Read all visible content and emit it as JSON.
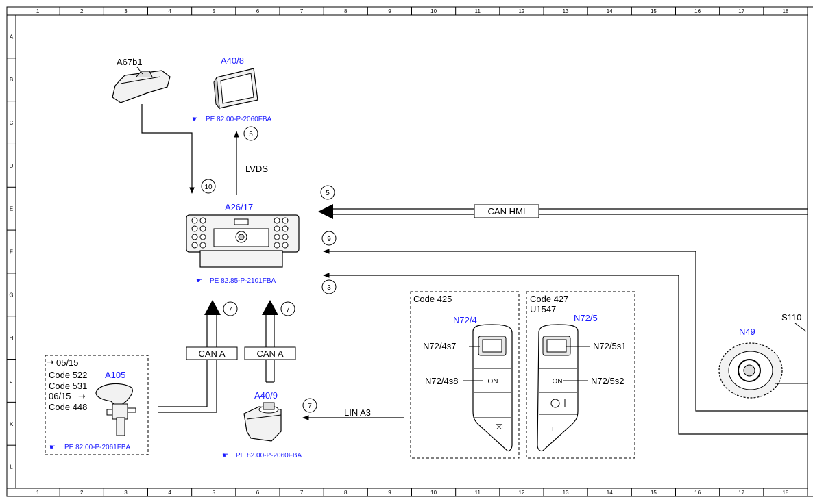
{
  "grid": {
    "columns": [
      "1",
      "2",
      "3",
      "4",
      "5",
      "6",
      "7",
      "8",
      "9",
      "10",
      "11",
      "12",
      "13",
      "14",
      "15",
      "16",
      "17",
      "18"
    ],
    "rows": [
      "A",
      "B",
      "C",
      "D",
      "E",
      "F",
      "G",
      "H",
      "J",
      "K",
      "L"
    ]
  },
  "components": {
    "a67b1": {
      "label": "A67b1"
    },
    "a40_8": {
      "label": "A40/8",
      "ref": "PE 82.00-P-2060FBA"
    },
    "a26_17": {
      "label": "A26/17",
      "ref": "PE 82.85-P-2101FBA"
    },
    "a105": {
      "label": "A105",
      "ref": "PE 82.00-P-2061FBA",
      "conditions": [
        "05/15",
        "Code 522",
        "Code 531",
        "06/15",
        "Code 448"
      ]
    },
    "a40_9": {
      "label": "A40/9",
      "ref": "PE 82.00-P-2060FBA"
    },
    "n72_4": {
      "code": "Code 425",
      "label": "N72/4",
      "s7": "N72/4s7",
      "s8": "N72/4s8",
      "on": "ON"
    },
    "n72_5": {
      "code": "Code 427",
      "code2": "U1547",
      "label": "N72/5",
      "s1": "N72/5s1",
      "s2": "N72/5s2",
      "on": "ON"
    },
    "n49": {
      "label": "N49"
    },
    "s110": {
      "label": "S110"
    }
  },
  "signals": {
    "lvds": "LVDS",
    "can_hmi": "CAN HMI",
    "can_a": "CAN A",
    "lin_a3": "LIN A3"
  },
  "markers": {
    "m5_top": "5",
    "m10": "10",
    "m5_hmi": "5",
    "m9": "9",
    "m3": "3",
    "m7_left": "7",
    "m7_right": "7",
    "m7_lin": "7"
  }
}
